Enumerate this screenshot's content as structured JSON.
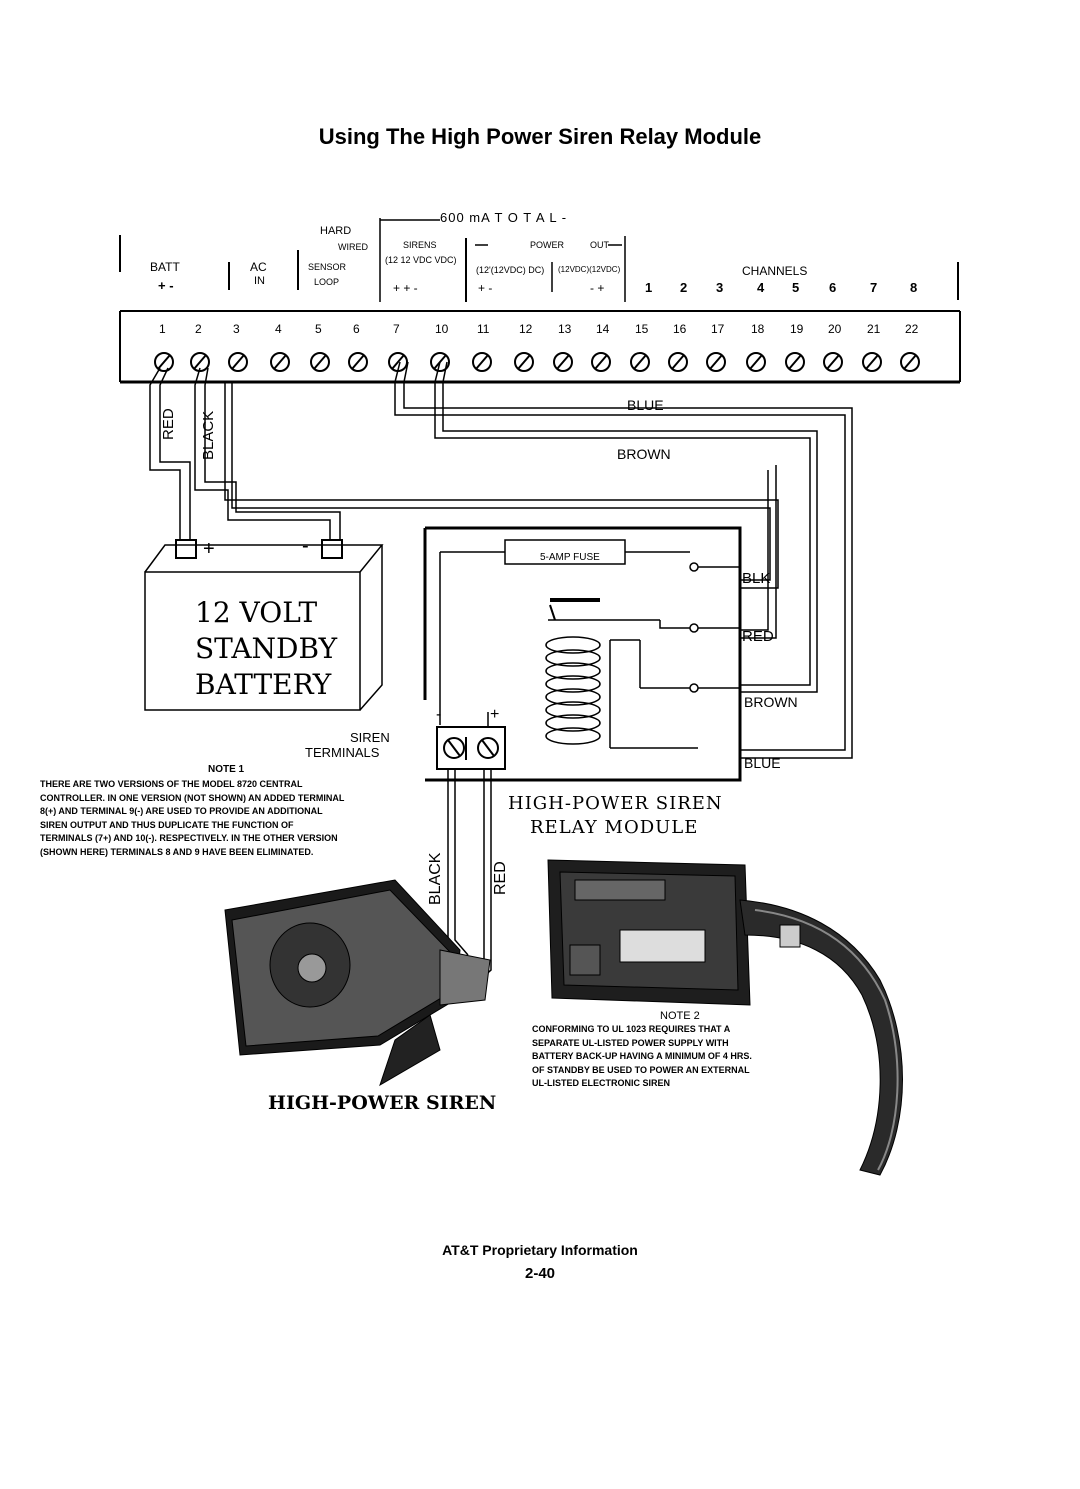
{
  "page_title": "Using The High Power Siren Relay Module",
  "controller": {
    "total_label": "600 mA T O T A L -",
    "groups": {
      "batt": {
        "label": "BATT",
        "polarity": "+ -"
      },
      "ac": {
        "label": "AC",
        "sub": "IN"
      },
      "hard": {
        "label": "HARD"
      },
      "wired": {
        "label": "WIRED"
      },
      "sensor": {
        "label": "SENSOR"
      },
      "loop": {
        "label": "LOOP"
      },
      "sirens": {
        "label": "SIRENS",
        "sub": "(12 12 VDC VDC)",
        "polarity": "+ + -"
      },
      "power": {
        "label": "POWER",
        "sub": "(12'(12VDC) DC)",
        "polarity": "+ -"
      },
      "out": {
        "label": "OUT",
        "sub": "(12VDC)(12VDC)",
        "polarity": "- +"
      },
      "channels": {
        "label": "CHANNELS"
      }
    },
    "channel_numbers": [
      "1",
      "2",
      "3",
      "4",
      "5",
      "6",
      "7",
      "8"
    ],
    "terminal_numbers": [
      "1",
      "2",
      "3",
      "4",
      "5",
      "6",
      "7",
      "10",
      "11",
      "12",
      "13",
      "14",
      "15",
      "16",
      "17",
      "18",
      "19",
      "20",
      "21",
      "22"
    ]
  },
  "wires": {
    "red": "RED",
    "black": "BLACK",
    "blue_top": "BLUE",
    "brown_top": "BROWN",
    "blk": "BLK",
    "red_mod": "RED",
    "brown_mod": "BROWN",
    "blue_mod": "BLUE",
    "black_siren": "BLACK",
    "red_siren": "RED"
  },
  "battery": {
    "line1": "12 VOLT",
    "line2": "STANDBY",
    "line3": "BATTERY",
    "plus": "+",
    "minus": "-"
  },
  "module": {
    "fuse_label": "5-AMP FUSE",
    "siren_terminals_1": "SIREN",
    "siren_terminals_2": "TERMINALS",
    "minus": "-",
    "plus": "+",
    "title_1": "HIGH-POWER SIREN",
    "title_2": "RELAY MODULE"
  },
  "note1": {
    "heading": "NOTE 1",
    "lines": [
      "THERE ARE TWO VERSIONS OF THE MODEL 8720 CENTRAL",
      "CONTROLLER. IN ONE VERSION (NOT SHOWN) AN ADDED TERMINAL",
      "8(+) AND TERMINAL 9(-) ARE USED TO PROVIDE AN ADDITIONAL",
      "SIREN OUTPUT AND THUS DUPLICATE THE FUNCTION OF",
      "TERMINALS (7+) AND 10(-). RESPECTIVELY. IN THE OTHER VERSION",
      "(SHOWN HERE) TERMINALS 8 AND 9 HAVE BEEN ELIMINATED."
    ]
  },
  "note2": {
    "heading": "NOTE 2",
    "lines": [
      "CONFORMING TO UL 1023 REQUIRES THAT A",
      "SEPARATE UL-LISTED POWER SUPPLY WITH",
      "BATTERY BACK-UP HAVING A MINIMUM OF 4 HRS.",
      "OF STANDBY BE USED TO POWER AN EXTERNAL",
      "UL-LISTED ELECTRONIC SIREN"
    ]
  },
  "siren_label": "HIGH-POWER SIREN",
  "footer": {
    "proprietary": "AT&T Proprietary Information",
    "page": "2-40"
  }
}
